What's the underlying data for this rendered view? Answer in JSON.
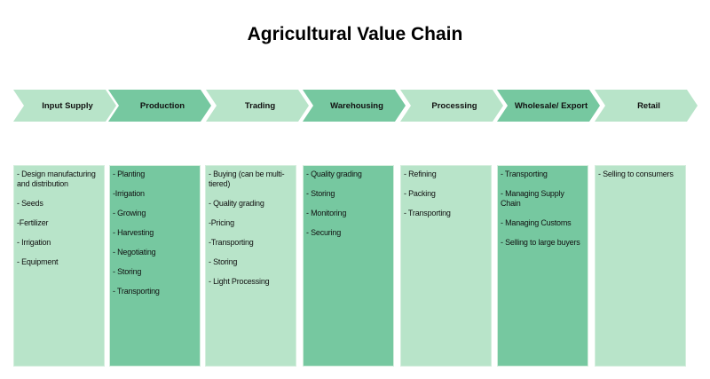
{
  "title": "Agricultural Value Chain",
  "colors": {
    "light": "#b8e4c9",
    "dark": "#76c8a0"
  },
  "stages": [
    {
      "label": "Input Supply",
      "tone": "light",
      "items": [
        "- Design manufacturing and distribution",
        "- Seeds",
        "-Fertilizer",
        "- Irrigation",
        "- Equipment"
      ]
    },
    {
      "label": "Production",
      "tone": "dark",
      "items": [
        "- Planting",
        "-Irrigation",
        "- Growing",
        "- Harvesting",
        "- Negotiating",
        "- Storing",
        "- Transporting"
      ]
    },
    {
      "label": "Trading",
      "tone": "light",
      "items": [
        "- Buying (can be multi-tiered)",
        "- Quality grading",
        "-Pricing",
        "-Transporting",
        "- Storing",
        "- Light Processing"
      ]
    },
    {
      "label": "Warehousing",
      "tone": "dark",
      "items": [
        "- Quality grading",
        "- Storing",
        "- Monitoring",
        "- Securing"
      ]
    },
    {
      "label": "Processing",
      "tone": "light",
      "items": [
        "- Refining",
        "- Packing",
        "- Transporting"
      ]
    },
    {
      "label": "Wholesale/ Export",
      "tone": "dark",
      "items": [
        "- Transporting",
        "- Managing Supply Chain",
        "- Managing Customs",
        "- Selling to large buyers"
      ]
    },
    {
      "label": "Retail",
      "tone": "light",
      "items": [
        "- Selling to consumers"
      ]
    }
  ]
}
